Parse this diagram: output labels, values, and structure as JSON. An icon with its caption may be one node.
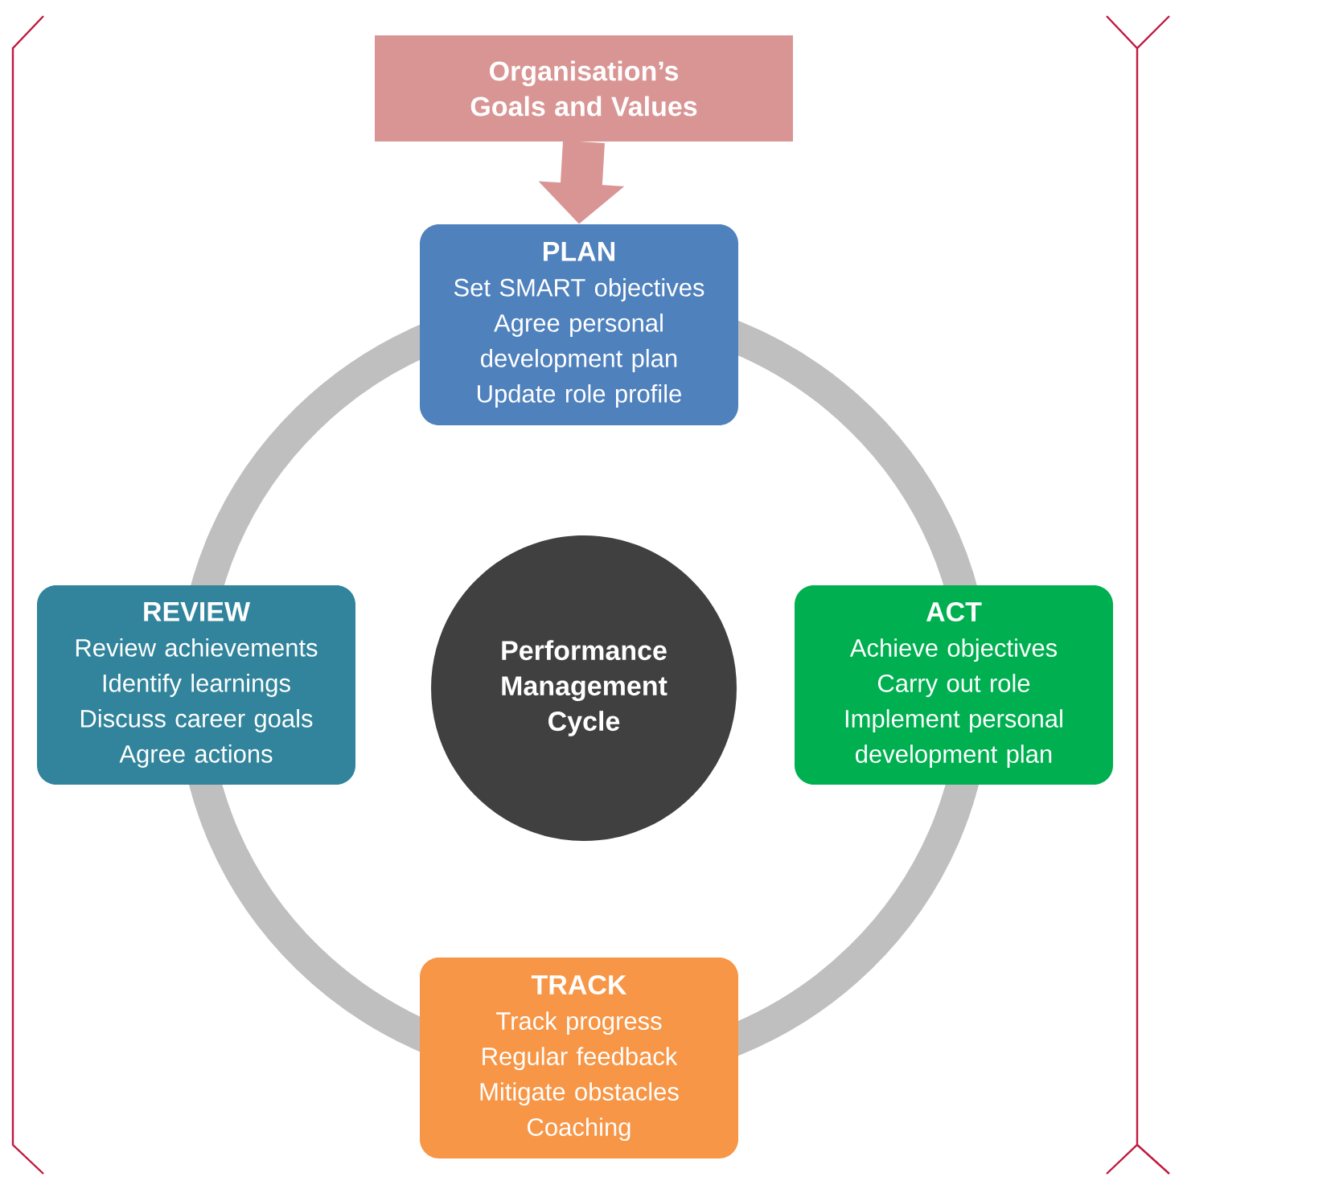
{
  "diagram": {
    "nodes": [
      {
        "text": [
          "Organisation’s Goals and Values"
        ]
      },
      {
        "text": [
          "PLAN",
          "Set SMART objectives",
          "Agree personal development plan",
          "Update role profile"
        ]
      },
      {
        "text": [
          "ACT",
          "Achieve objectives",
          "Carry out role",
          "Implement personal development plan"
        ]
      },
      {
        "text": [
          "TRACK",
          "Track progress",
          "Regular feedback",
          "Mitigate obstacles",
          "Coaching"
        ]
      },
      {
        "text": [
          "REVIEW",
          "Review achievements",
          "Identify learnings",
          "Discuss career goals",
          "Agree actions"
        ]
      },
      {
        "text": [
          "Performance Management Cycle"
        ]
      }
    ],
    "edges": [
      {
        "from": 0,
        "to": 1,
        "arrow": "to"
      }
    ]
  }
}
